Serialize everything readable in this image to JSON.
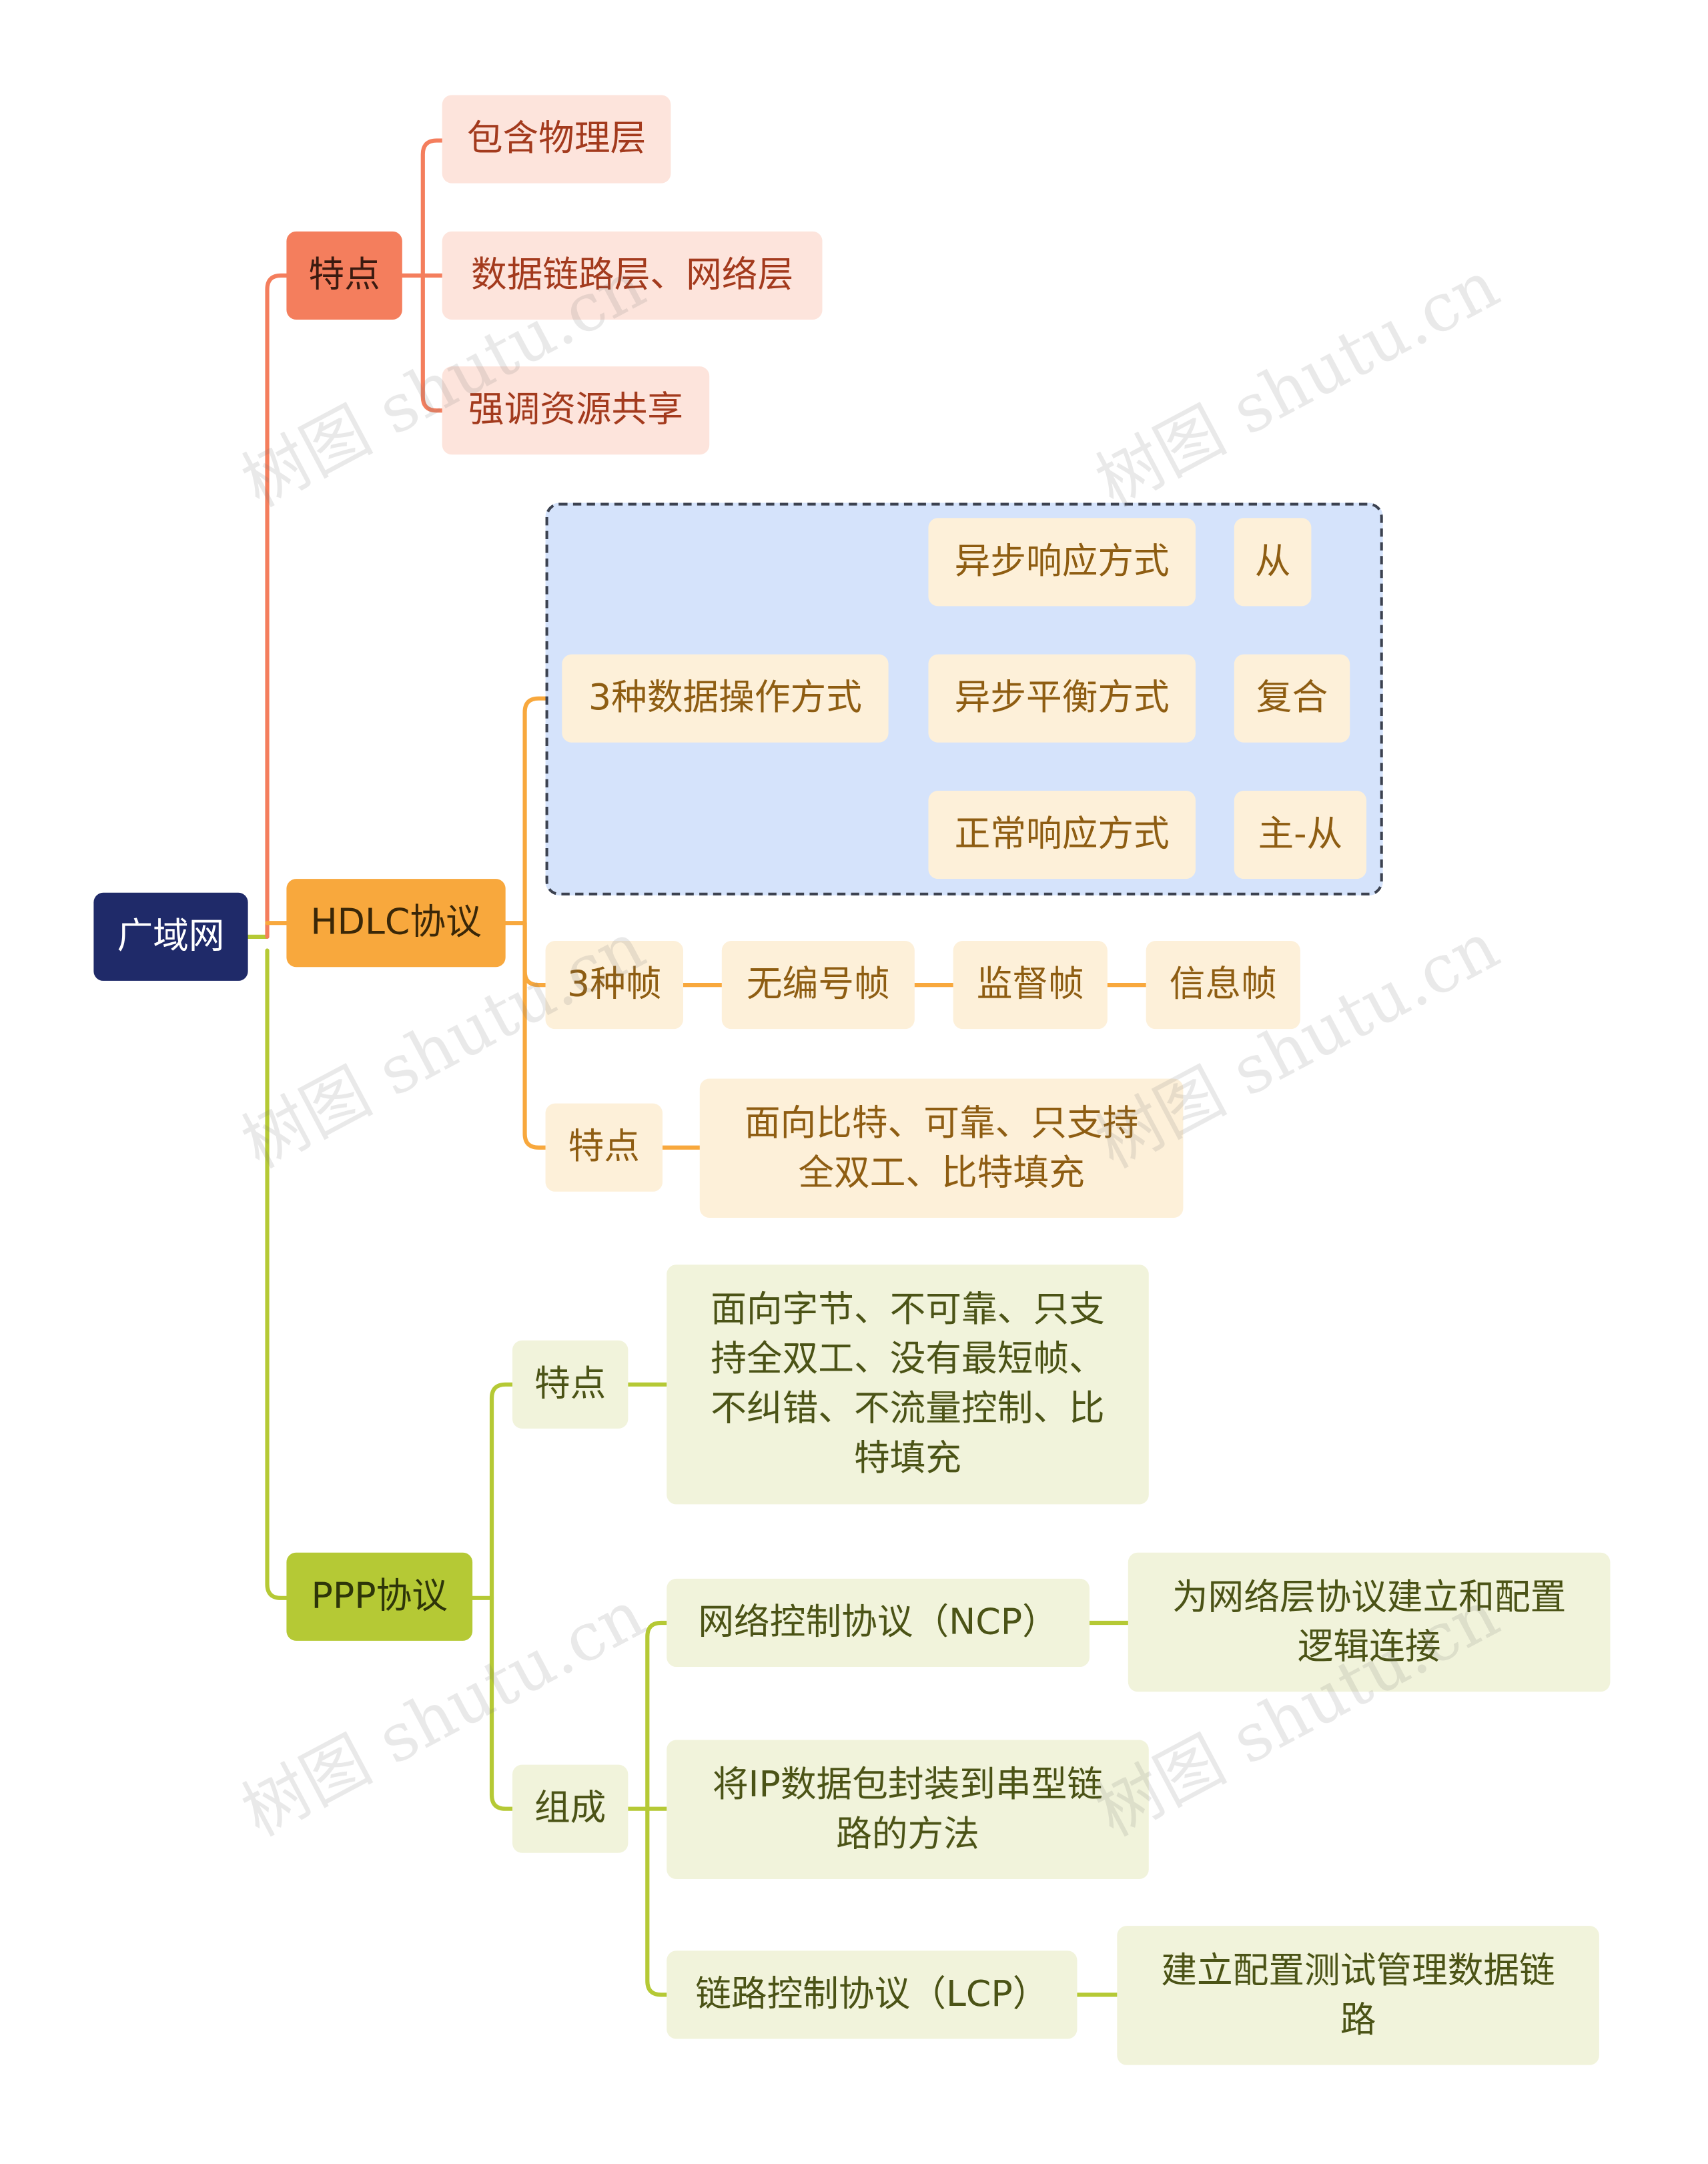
{
  "root": {
    "label": "广域网"
  },
  "colors": {
    "red": "#f47e5d",
    "orange": "#f8a83d",
    "green": "#b5c935",
    "root": "#1f2a69"
  },
  "branches": {
    "features": {
      "label": "特点",
      "items": [
        "包含物理层",
        "数据链路层、网络层",
        "强调资源共享"
      ]
    },
    "hdlc": {
      "label": "HDLC协议",
      "modes": {
        "label": "3种数据操作方式",
        "items": [
          {
            "label": "异步响应方式",
            "value": "从"
          },
          {
            "label": "异步平衡方式",
            "value": "复合"
          },
          {
            "label": "正常响应方式",
            "value": "主-从"
          }
        ]
      },
      "frames": {
        "label": "3种帧",
        "items": [
          "无编号帧",
          "监督帧",
          "信息帧"
        ]
      },
      "features": {
        "label": "特点",
        "text": "面向比特、可靠、只支持全双工、比特填充"
      }
    },
    "ppp": {
      "label": "PPP协议",
      "features": {
        "label": "特点",
        "text": "面向字节、不可靠、只支持全双工、没有最短帧、不纠错、不流量控制、比特填充"
      },
      "components": {
        "label": "组成",
        "ncp": {
          "label": "网络控制协议（NCP）",
          "desc": "为网络层协议建立和配置逻辑连接"
        },
        "ip": {
          "label": "将IP数据包封装到串型链路的方法"
        },
        "lcp": {
          "label": "链路控制协议（LCP）",
          "desc": "建立配置测试管理数据链路"
        }
      }
    }
  },
  "watermark": "树图 shutu.cn"
}
